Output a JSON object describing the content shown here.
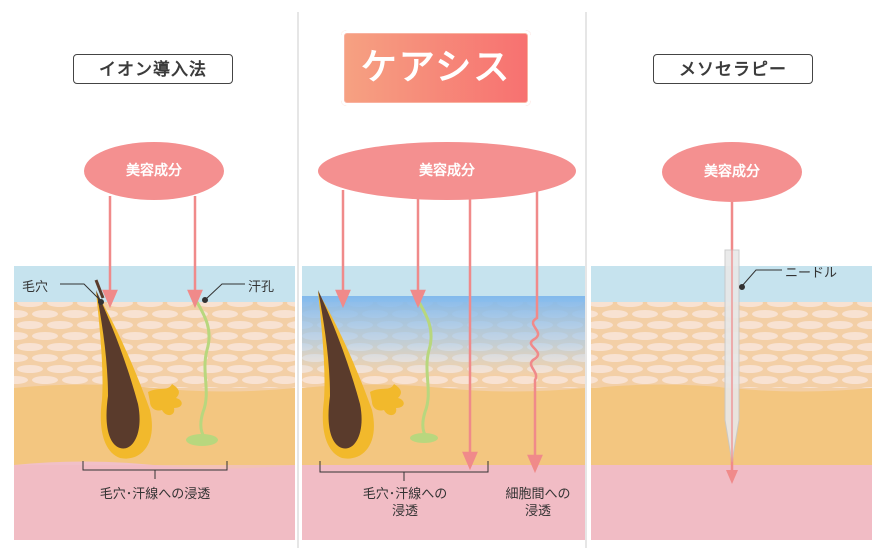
{
  "panels": [
    {
      "label": "イオン導入法",
      "ingredient": "美容成分",
      "notes": [
        "毛穴",
        "汗孔"
      ],
      "caption": "毛穴･汗線への浸透"
    },
    {
      "label": "ケアシス",
      "ingredient": "美容成分",
      "caption_left": [
        "毛穴･汗線への",
        "浸透"
      ],
      "caption_right": [
        "細胞間への",
        "浸透"
      ]
    },
    {
      "label": "メソセラピー",
      "ingredient": "美容成分",
      "notes": [
        "ニードル"
      ]
    }
  ],
  "colors": {
    "arrow": "#f08a8a",
    "ingredient": "#f49090",
    "hero_from": "#f6a282",
    "hero_to": "#f77070",
    "hair": "#5a3b2c",
    "follicle": "#f2b92c",
    "gland": "#b8d77e"
  }
}
